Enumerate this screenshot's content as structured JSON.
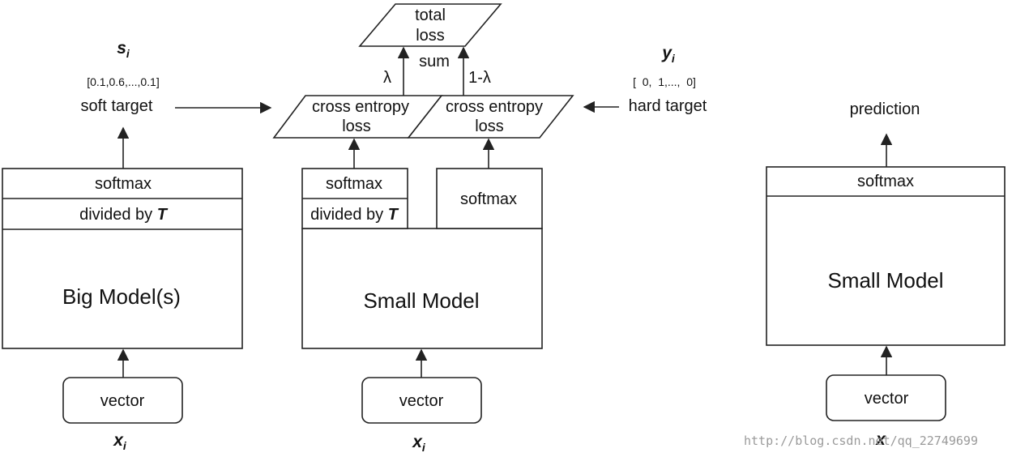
{
  "left": {
    "title_var": "s",
    "title_sub": "i",
    "vector_value": "[0.1,0.6,...,0.1]",
    "target_label": "soft target",
    "softmax_label": "softmax",
    "divided_label": "divided by ",
    "divided_var": "T",
    "model_label": "Big Model(s)",
    "input_label": "vector",
    "input_var": "x",
    "input_sub": "i"
  },
  "center": {
    "loss_title_line1": "total",
    "loss_title_line2": "loss",
    "sum_label": "sum",
    "lambda_label": "λ",
    "one_minus_lambda_label": "1-λ",
    "ce_left_line1": "cross entropy",
    "ce_left_line2": "loss",
    "ce_right_line1": "cross entropy",
    "ce_right_line2": "loss",
    "softmax_left_label": "softmax",
    "divided_label": "divided by ",
    "divided_var": "T",
    "softmax_right_label": "softmax",
    "model_label": "Small Model",
    "input_label": "vector",
    "input_var": "x",
    "input_sub": "i"
  },
  "hard": {
    "title_var": "y",
    "title_sub": "i",
    "vector_value": "[  0,  1,...,  0]",
    "target_label": "hard target"
  },
  "right": {
    "output_label": "prediction",
    "softmax_label": "softmax",
    "model_label": "Small Model",
    "input_label": "vector",
    "input_var": "x"
  },
  "watermark": "http://blog.csdn.net/qq_22749699"
}
